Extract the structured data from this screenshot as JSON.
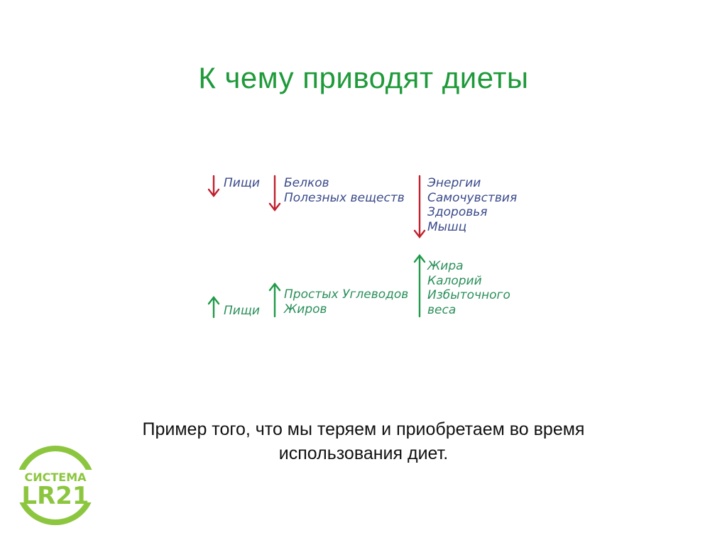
{
  "title": "К чему приводят диеты",
  "colors": {
    "title": "#1f9a3a",
    "down_arrow": "#c0202e",
    "up_arrow": "#1f9a48",
    "logo": "#8cc63f"
  },
  "loss": {
    "arrow": "down",
    "groups": [
      {
        "items": [
          "Пищи"
        ]
      },
      {
        "items": [
          "Белков",
          "Полезных веществ"
        ]
      },
      {
        "items": [
          "Энергии",
          "Самочувствия",
          "Здоровья",
          "Мышц"
        ]
      }
    ]
  },
  "gain": {
    "arrow": "up",
    "groups": [
      {
        "items": [
          "Пищи"
        ]
      },
      {
        "items": [
          "Простых Углеводов",
          "Жиров"
        ]
      },
      {
        "items": [
          "Жира",
          "Калорий",
          "Избыточного",
          "веса"
        ]
      }
    ]
  },
  "caption": {
    "line1": "Пример того, что мы теряем и приобретаем во время",
    "line2": "использования диет."
  },
  "logo": {
    "top_text": "СИСТЕМА",
    "bottom_text": "LR21",
    "icon": "lr21-logo"
  }
}
